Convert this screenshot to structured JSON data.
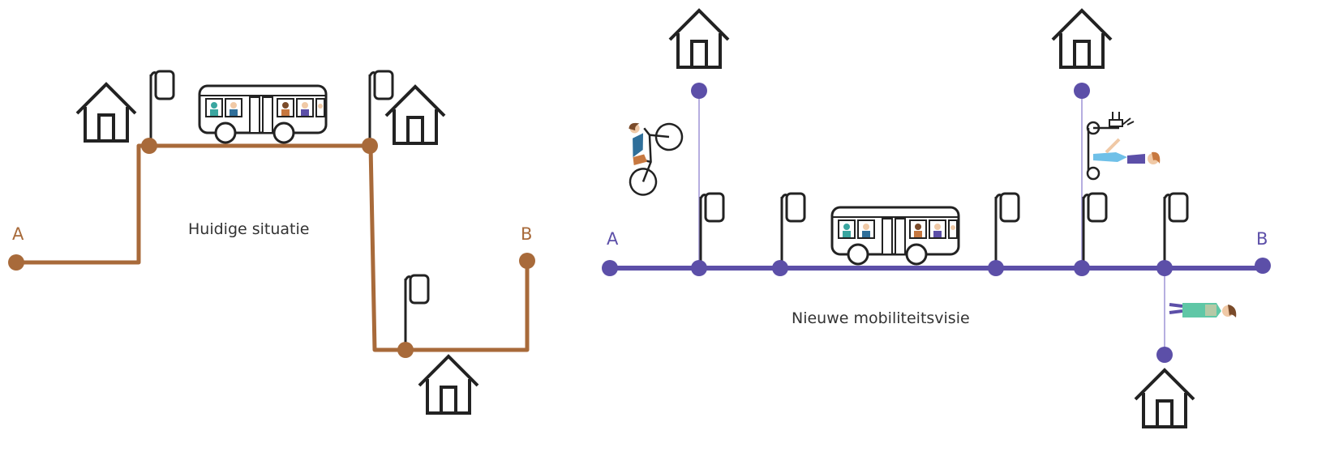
{
  "left_panel": {
    "caption": "Huidige situatie",
    "label_start": "A",
    "label_end": "B",
    "color": "#a86a3a"
  },
  "right_panel": {
    "caption": "Nieuwe mobiliteitsvisie",
    "label_start": "A",
    "label_end": "B",
    "color": "#5c4fa8",
    "thin_color": "#9d94d6"
  },
  "icons": {
    "house": "house-icon",
    "bus_stop": "bus-stop-sign-icon",
    "bus": "bus-icon",
    "cyclist": "cyclist-icon",
    "scooter_rider": "e-scooter-rider-icon",
    "walker": "pedestrian-icon"
  },
  "colors": {
    "outline": "#222222",
    "text": "#333333",
    "teal": "#3aa6a0",
    "blue": "#2f6f9a",
    "orange": "#c77840",
    "skin": "#f0c9a6",
    "hair": "#7a4b2a",
    "light_blue": "#6fc0e8",
    "mint": "#5fc7a6"
  }
}
